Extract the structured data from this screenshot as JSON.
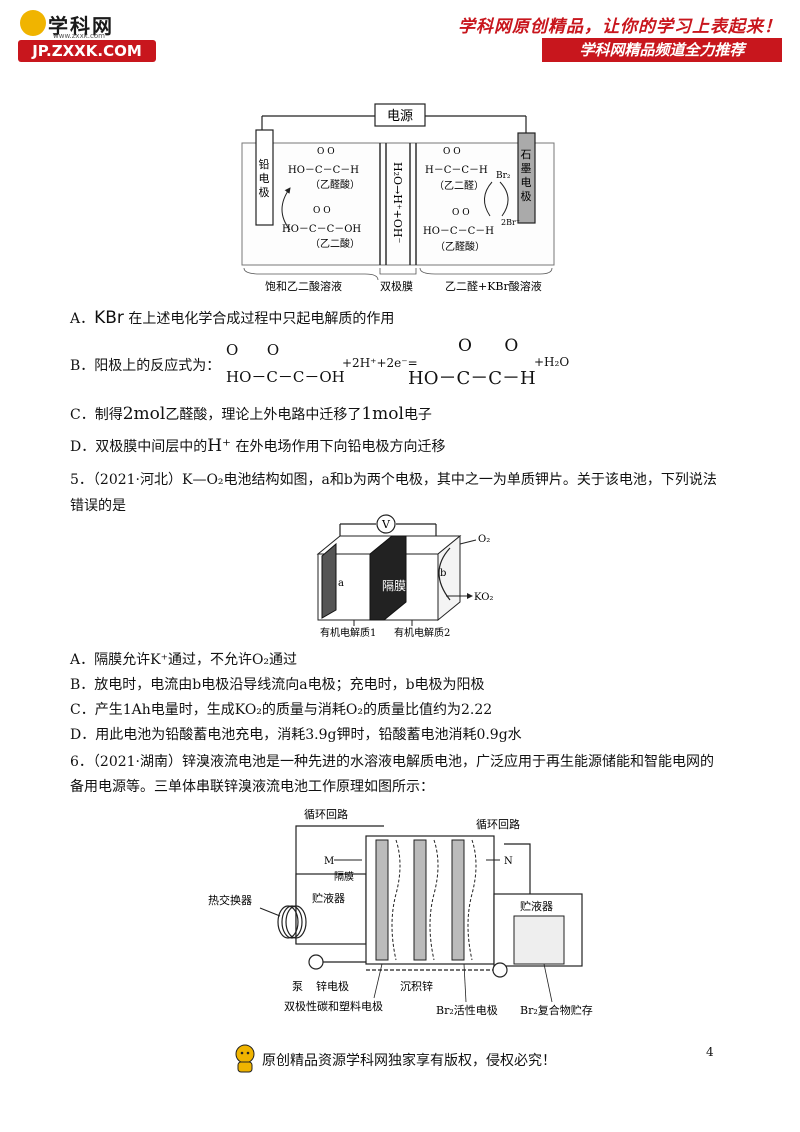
{
  "header": {
    "logo_cn": "学科网",
    "logo_url": "JP.ZXXK.COM",
    "logo_small": "www.zxxk.com",
    "slogan": "学科网原创精品，让你的学习上表起来！",
    "promo": "学科网精品频道全力推荐"
  },
  "fig1": {
    "power": "电源",
    "left_electrode": "铅电极",
    "right_electrode": "石墨电极",
    "membrane_label": "H₂O→H⁺+OH⁻",
    "left_top_name": "（乙醛酸）",
    "left_bottom_name": "（乙二酸）",
    "right_top_name": "（乙二醛）",
    "right_bottom_name": "（乙醛酸）",
    "br2": "Br₂",
    "br_minus": "2Br⁻",
    "left_solution": "饱和乙二酸溶液",
    "mid_label": "双极膜",
    "right_solution": "乙二醛+KBr酸溶液"
  },
  "q4": {
    "A_prefix": "A．",
    "A_formula": "KBr",
    "A_text": "在上述电化学合成过程中只起电解质的作用",
    "B_prefix": "B．阳极上的反应式为：",
    "B_reactant": "HO－C－C－OH",
    "B_plus": "+2H⁺+2e⁻=",
    "B_product": "HO－C－C－H",
    "B_water": "+H₂O",
    "C_prefix": "C．制得",
    "C_n1": "2mol",
    "C_mid": "乙醛酸，理论上外电路中迁移了",
    "C_n2": "1mol",
    "C_end": "电子",
    "D_prefix": "D．双极膜中间层中的",
    "D_ion": "H⁺",
    "D_end": "在外电场作用下向铅电极方向迁移"
  },
  "q5": {
    "stem_line1": "5．（2021·河北）K—O₂电池结构如图，a和b为两个电极，其中之一为单质钾片。关于该电池，下列说法",
    "stem_line2": "错误的是",
    "fig": {
      "meter": "V",
      "o2": "O₂",
      "ko2": "KO₂",
      "a": "a",
      "b": "b",
      "membrane": "隔膜",
      "electrolyte1": "有机电解质1",
      "electrolyte2": "有机电解质2"
    },
    "A": "A．隔膜允许K⁺通过，不允许O₂通过",
    "B": "B．放电时，电流由b电极沿导线流向a电极；充电时，b电极为阳极",
    "C": "C．产生1Ah电量时，生成KO₂的质量与消耗O₂的质量比值约为2.22",
    "D": "D．用此电池为铅酸蓄电池充电，消耗3.9g钾时，铅酸蓄电池消耗0.9g水"
  },
  "q6": {
    "stem_line1": "6．（2021·湖南）锌溴液流电池是一种先进的水溶液电解质电池，广泛应用于再生能源储能和智能电网的",
    "stem_line2": "备用电源等。三单体串联锌溴液流电池工作原理如图所示：",
    "fig": {
      "loop_left": "循环回路",
      "loop_right": "循环回路",
      "m": "M",
      "n": "N",
      "membrane": "隔膜",
      "heat_exchanger": "热交换器",
      "tank_left": "贮液器",
      "tank_right": "贮液器",
      "pump": "泵",
      "zinc_electrode": "锌电极",
      "deposited_zinc": "沉积锌",
      "bipolar": "双极性碳和塑料电极",
      "br2_electrode": "Br₂活性电极",
      "br2_store": "Br₂复合物贮存"
    }
  },
  "footer": {
    "copyright": "原创精品资源学科网独家享有版权，侵权必究！",
    "page": "4"
  }
}
